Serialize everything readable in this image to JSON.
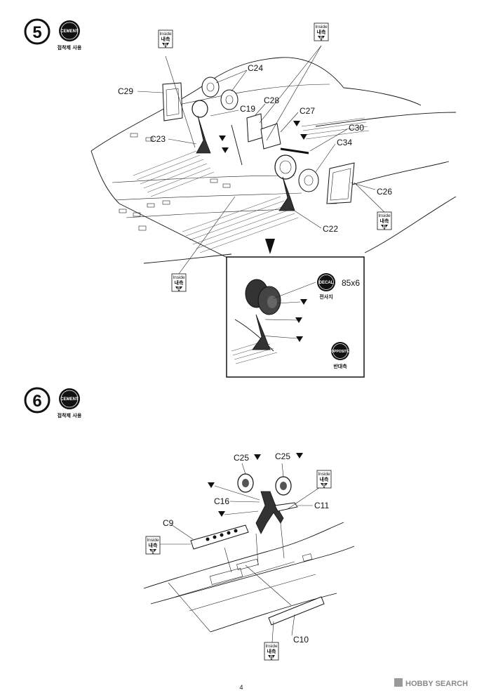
{
  "steps": [
    {
      "number": "5",
      "badge": "CEMENT",
      "badge_caption": "접착제 사용",
      "parts": [
        "C29",
        "C24",
        "C19",
        "C28",
        "C27",
        "C30",
        "C34",
        "C23",
        "C26",
        "C22"
      ],
      "inside_note": {
        "en": "Inside",
        "ko": "내측",
        "code": "B"
      },
      "detail": {
        "decal_badge": "DECAL",
        "decal_caption": "전사지",
        "decal_number": "85x6",
        "opposite_badge": "OPPOSITE",
        "opposite_caption": "반대측"
      }
    },
    {
      "number": "6",
      "badge": "CEMENT",
      "badge_caption": "접착제 사용",
      "parts": [
        "C25",
        "C25",
        "C16",
        "C11",
        "C9",
        "C10"
      ],
      "inside_note": {
        "en": "Inside",
        "ko": "내측",
        "code": "B"
      }
    }
  ],
  "page_number": "4",
  "watermark": "HOBBY SEARCH"
}
